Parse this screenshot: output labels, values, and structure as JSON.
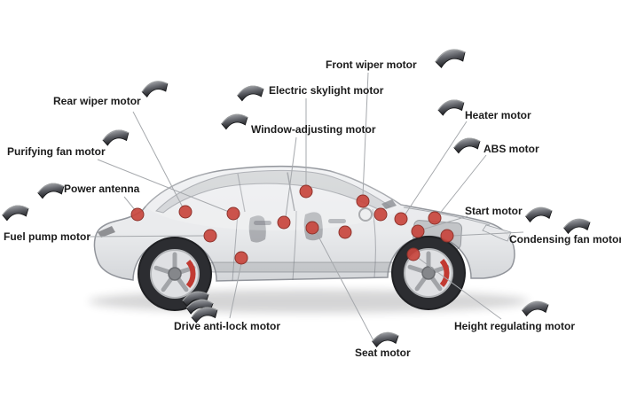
{
  "diagram": {
    "labels": [
      {
        "id": "front-wiper-motor",
        "text": "Front wiper motor"
      },
      {
        "id": "electric-skylight-motor",
        "text": "Electric skylight motor"
      },
      {
        "id": "window-adjusting-motor",
        "text": "Window-adjusting motor"
      },
      {
        "id": "rear-wiper-motor",
        "text": "Rear wiper motor"
      },
      {
        "id": "purifying-fan-motor",
        "text": "Purifying fan motor"
      },
      {
        "id": "power-antenna",
        "text": "Power antenna"
      },
      {
        "id": "fuel-pump-motor",
        "text": "Fuel pump motor"
      },
      {
        "id": "heater-motor",
        "text": "Heater motor"
      },
      {
        "id": "abs-motor",
        "text": "ABS motor"
      },
      {
        "id": "start-motor",
        "text": "Start motor"
      },
      {
        "id": "condensing-fan-motor",
        "text": "Condensing fan motor"
      },
      {
        "id": "height-regulating-motor",
        "text": "Height regulating motor"
      },
      {
        "id": "seat-motor",
        "text": "Seat motor"
      },
      {
        "id": "drive-anti-lock-motor",
        "text": "Drive anti-lock motor"
      }
    ],
    "icons": {
      "magnet": "curved-motor-magnet"
    },
    "colors": {
      "dot": "#c8453d",
      "line": "#a6a9ad",
      "label_text": "#1b1b1b",
      "magnet_dark": "#1c1d20",
      "magnet_light": "#9a9ca1"
    }
  }
}
